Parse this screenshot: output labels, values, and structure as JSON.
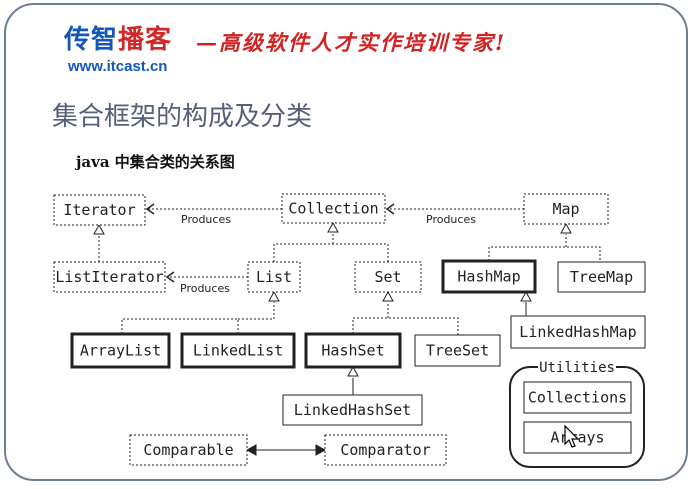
{
  "header": {
    "brand_blue": "传智",
    "brand_red": "播客",
    "website": "www.itcast.cn",
    "slogan": "—高级软件人才实作培训专家!"
  },
  "slide_title": "集合框架的构成及分类",
  "diagram": {
    "title": "java 中集合类的关系图",
    "nodes": {
      "iterator": "Iterator",
      "collection": "Collection",
      "map": "Map",
      "list_iterator": "ListIterator",
      "list": "List",
      "set": "Set",
      "hash_map": "HashMap",
      "tree_map": "TreeMap",
      "array_list": "ArrayList",
      "linked_list": "LinkedList",
      "hash_set": "HashSet",
      "tree_set": "TreeSet",
      "linked_hash_map": "LinkedHashMap",
      "linked_hash_set": "LinkedHashSet",
      "comparable": "Comparable",
      "comparator": "Comparator",
      "collections": "Collections",
      "arrays": "Arrays"
    },
    "group_label": "Utilities",
    "edge_label": "Produces"
  },
  "colors": {
    "brand_blue": "#1557b9",
    "brand_red": "#d02727",
    "title_gray": "#55607a",
    "frame": "#6e7f93"
  }
}
